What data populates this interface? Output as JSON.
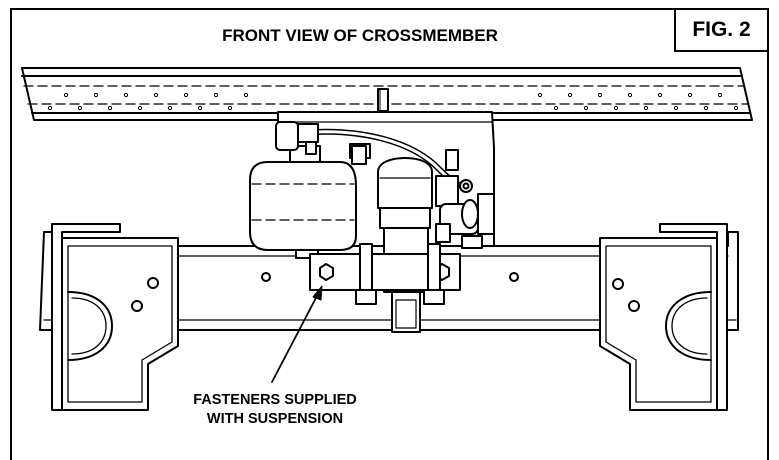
{
  "title": "FRONT VIEW OF CROSSMEMBER",
  "figure_label": "FIG. 2",
  "callout": {
    "line1": "FASTENERS SUPPLIED",
    "line2": "WITH SUSPENSION"
  }
}
